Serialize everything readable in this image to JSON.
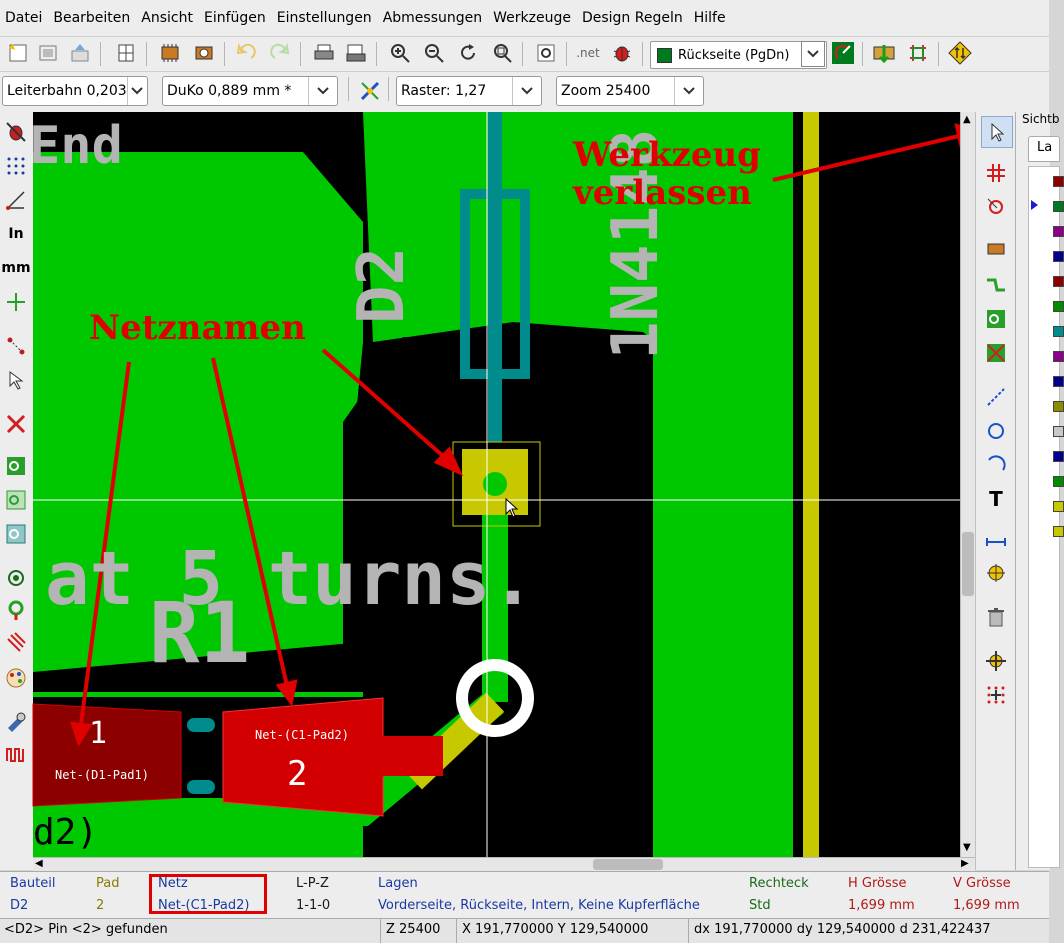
{
  "menu": [
    "Datei",
    "Bearbeiten",
    "Ansicht",
    "Einfügen",
    "Einstellungen",
    "Abmessungen",
    "Werkzeuge",
    "Design Regeln",
    "Hilfe"
  ],
  "toolbar": {
    "layer_select": "Rückseite (PgDn)",
    "netlist_label": ".net"
  },
  "combos": {
    "track": "Leiterbahn 0,203",
    "via": "DuKo 0,889 mm *",
    "grid": "Raster: 1,27",
    "zoom": "Zoom 25400"
  },
  "units": {
    "inch": "In",
    "mm": "mm"
  },
  "right_panel_title": "Sichtb",
  "right_panel_tab": "La",
  "pcb": {
    "text_end": "End",
    "text_turns": "at 5 turns.",
    "ref_r1": "R1",
    "ref_d2": "D2",
    "value_d2": "1N4148",
    "text_d2_bottom": "d2)",
    "pad1_num": "1",
    "pad1_net": "Net-(D1-Pad1)",
    "pad2_num": "2",
    "pad2_net": "Net-(C1-Pad2)",
    "selected_pad_num": "2",
    "ann_tool": "Werkzeug\nverlassen",
    "ann_netnames": "Netznamen"
  },
  "info": {
    "headers": [
      "Bauteil",
      "Pad",
      "Netz",
      "L-P-Z",
      "Lagen",
      "Rechteck",
      "H Grösse",
      "V Grösse"
    ],
    "values": [
      "D2",
      "2",
      "Net-(C1-Pad2)",
      "1-1-0",
      "Vorderseite, Rückseite, Intern, Keine Kupferfläche",
      "Std",
      "1,699 mm",
      "1,699 mm"
    ]
  },
  "status": {
    "message": "<D2> Pin <2> gefunden",
    "z": "Z 25400",
    "xy": "X 191,770000  Y 129,540000",
    "dxy": "dx 191,770000  dy 129,540000  d 231,422437"
  },
  "colors": {
    "copper_back": "#00c800",
    "copper_front": "#c8c800",
    "silk": "#b4b4b4",
    "pad_front": "#d20000",
    "annotation": "#e00000",
    "teal": "#008c8c"
  }
}
